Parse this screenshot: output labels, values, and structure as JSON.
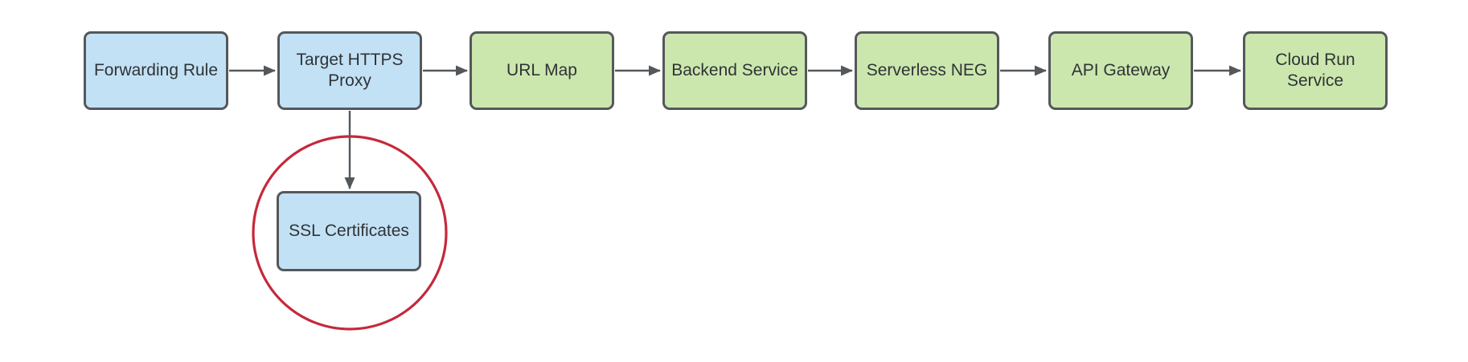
{
  "nodes": [
    {
      "id": "forwarding-rule",
      "label": "Forwarding Rule",
      "color": "#c3e1f5"
    },
    {
      "id": "target-https-proxy",
      "label": "Target HTTPS Proxy",
      "color": "#c3e1f5"
    },
    {
      "id": "url-map",
      "label": "URL Map",
      "color": "#cbe7ae"
    },
    {
      "id": "backend-service",
      "label": "Backend Service",
      "color": "#cbe7ae"
    },
    {
      "id": "serverless-neg",
      "label": "Serverless NEG",
      "color": "#cbe7ae"
    },
    {
      "id": "api-gateway",
      "label": "API Gateway",
      "color": "#cbe7ae"
    },
    {
      "id": "cloud-run-service",
      "label": "Cloud Run Service",
      "color": "#cbe7ae"
    },
    {
      "id": "ssl-certificates",
      "label": "SSL Certificates",
      "color": "#c3e1f5"
    }
  ],
  "edges": [
    {
      "from": "forwarding-rule",
      "to": "target-https-proxy",
      "direction": "right"
    },
    {
      "from": "target-https-proxy",
      "to": "url-map",
      "direction": "right"
    },
    {
      "from": "url-map",
      "to": "backend-service",
      "direction": "right"
    },
    {
      "from": "backend-service",
      "to": "serverless-neg",
      "direction": "right"
    },
    {
      "from": "serverless-neg",
      "to": "api-gateway",
      "direction": "right"
    },
    {
      "from": "api-gateway",
      "to": "cloud-run-service",
      "direction": "right"
    },
    {
      "from": "target-https-proxy",
      "to": "ssl-certificates",
      "direction": "down"
    }
  ],
  "annotation": {
    "type": "circle-highlight",
    "around": "ssl-certificates",
    "color": "#c4293b"
  },
  "colors": {
    "node_blue": "#c3e1f5",
    "node_green": "#cbe7ae",
    "node_border": "#54585b",
    "arrow": "#54585b",
    "highlight_red": "#c4293b",
    "text": "#2f3336",
    "background": "#ffffff"
  }
}
